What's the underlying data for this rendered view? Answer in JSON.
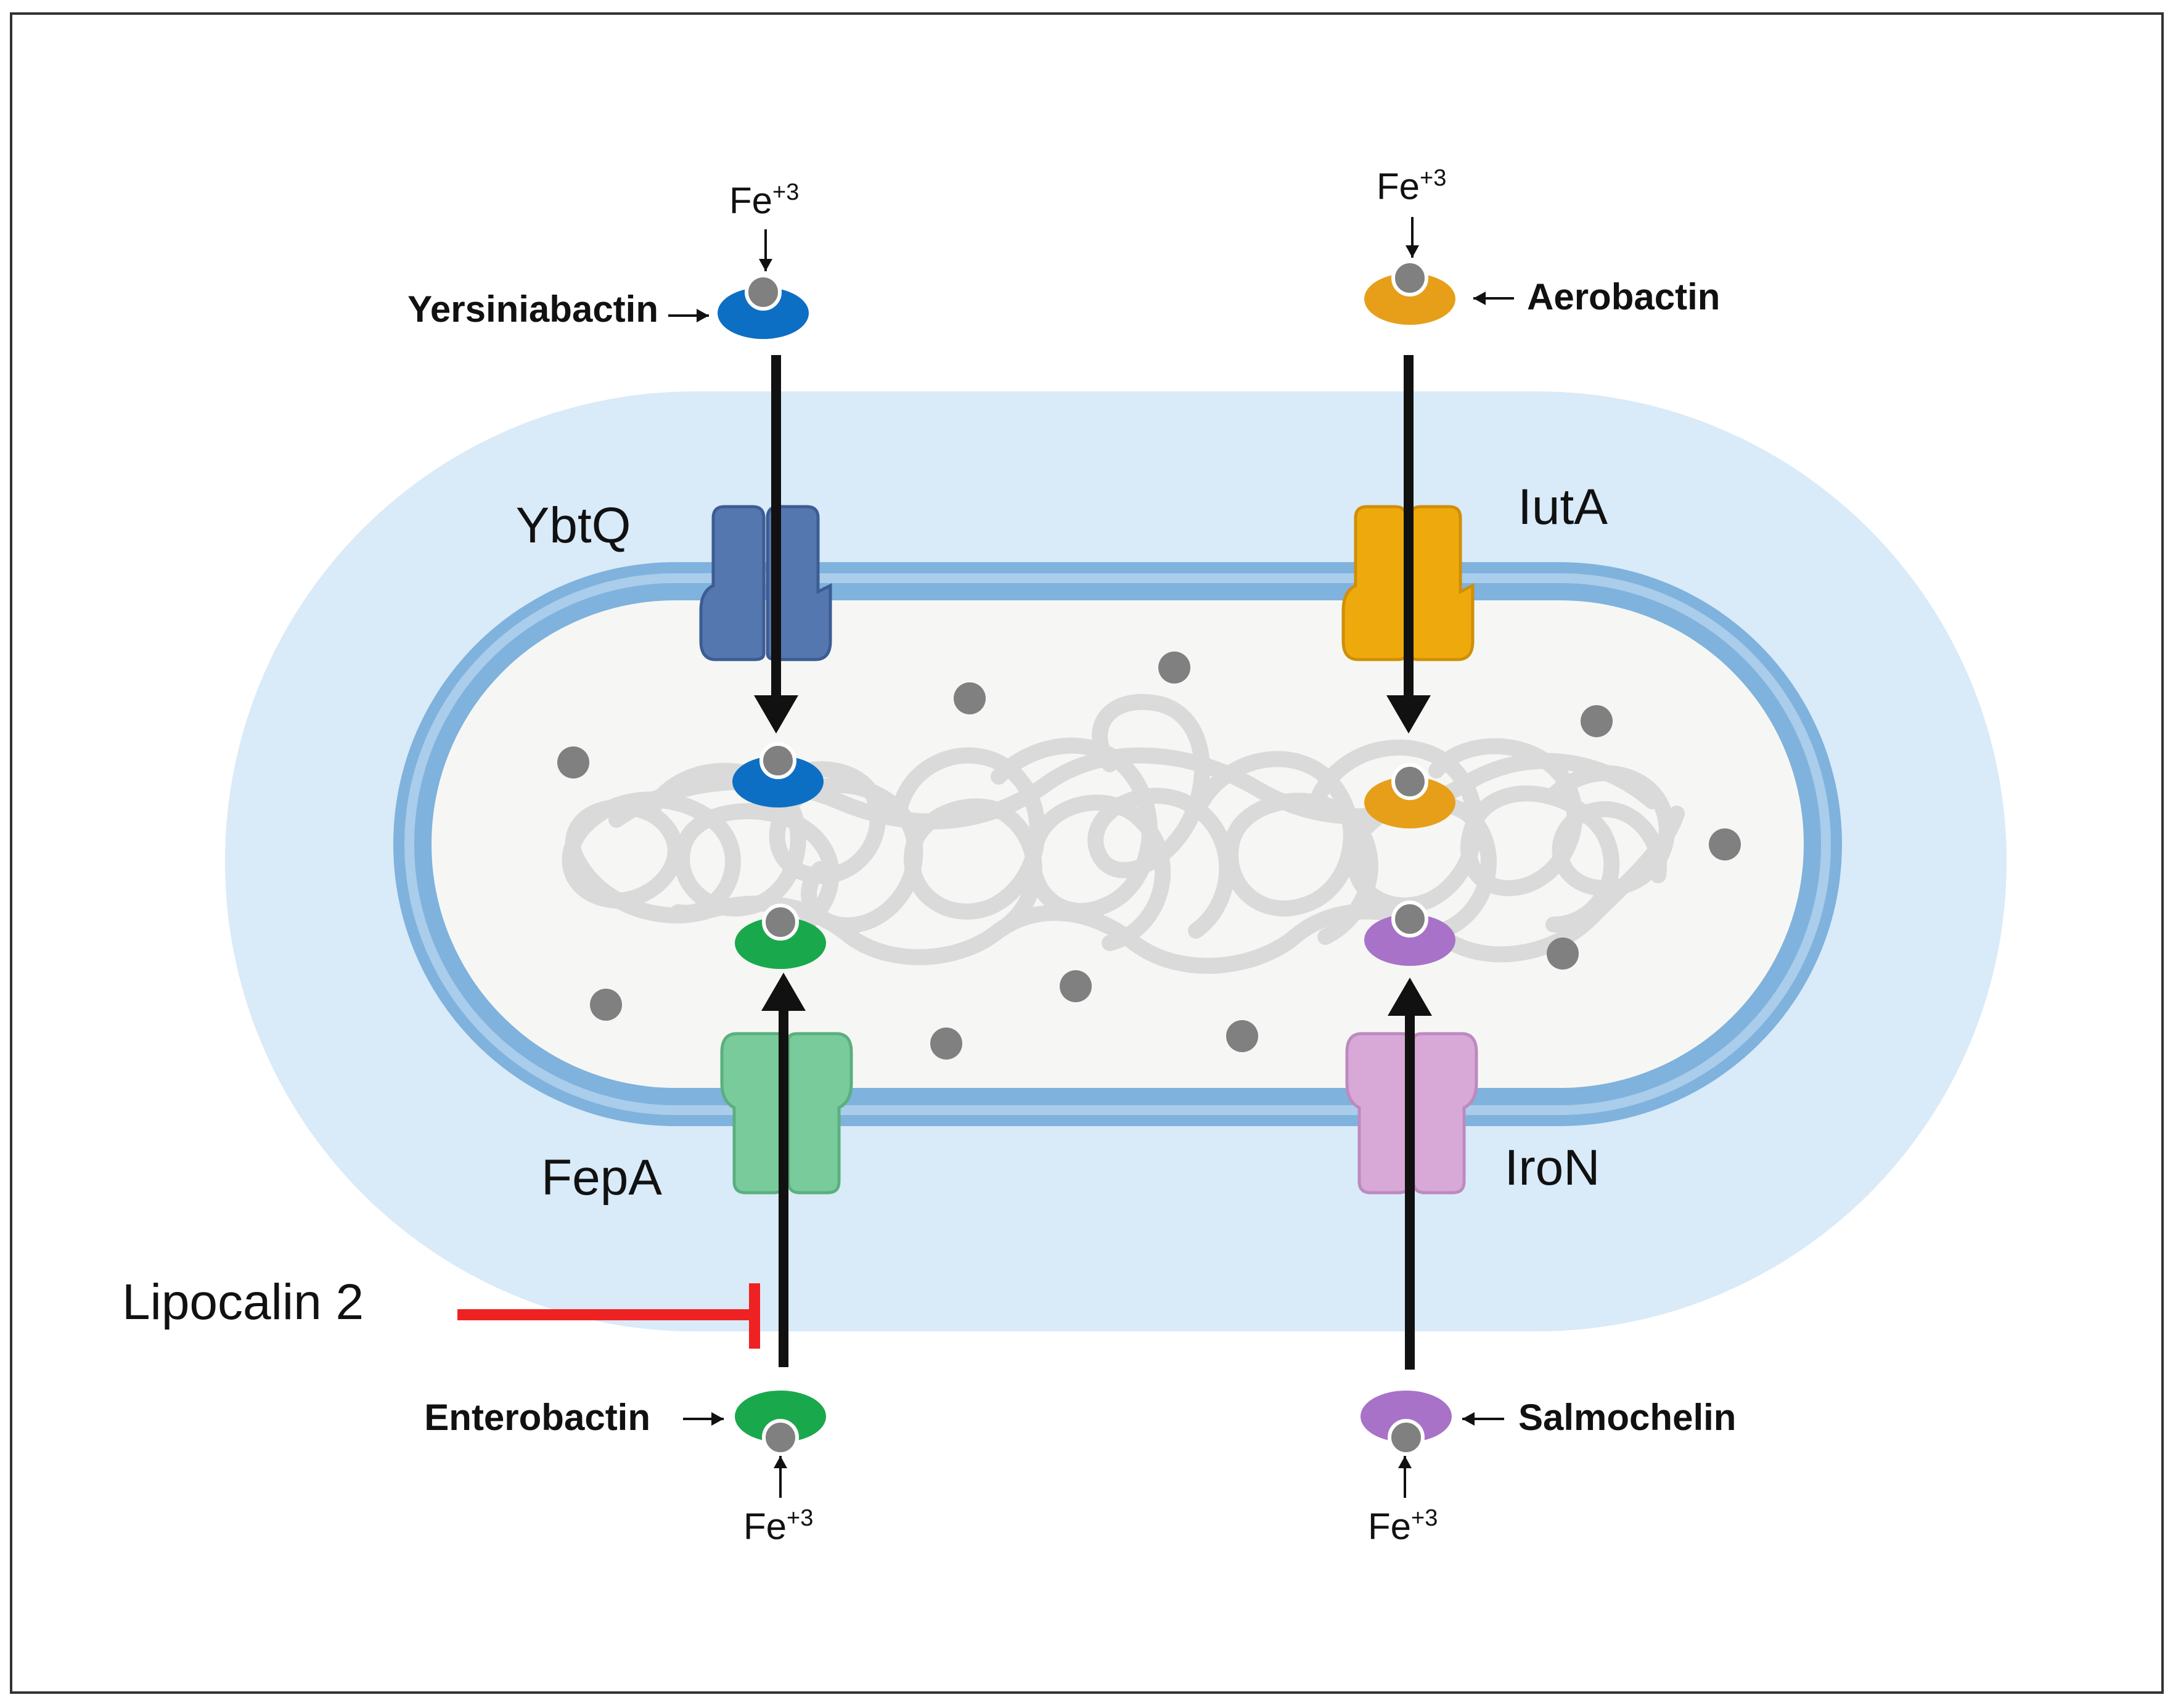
{
  "figure": {
    "colors": {
      "frame": "#333333",
      "capsule": "#d9eaf8",
      "membrane_outer": "#7fb2dd",
      "membrane_inner": "#a9cdea",
      "cytoplasm": "#f6f7f4",
      "dna": "#d9d9d9",
      "iron": "#808080",
      "arrow": "#1a1a1a",
      "inhibition": "#ee2222"
    },
    "siderophores": {
      "yersiniabactin": {
        "label": "Yersiniabactin",
        "color": "#0d6fc4"
      },
      "aerobactin": {
        "label": "Aerobactin",
        "color": "#e79f1a"
      },
      "enterobactin": {
        "label": "Enterobactin",
        "color": "#1aa84c"
      },
      "salmochelin": {
        "label": "Salmochelin",
        "color": "#a872c8"
      }
    },
    "receptors": {
      "ybtq": {
        "label": "YbtQ",
        "color": "#5577b0",
        "edge": "#3d5c93"
      },
      "iuta": {
        "label": "IutA",
        "color": "#eeaa0c",
        "edge": "#cf8f08"
      },
      "fepa": {
        "label": "FepA",
        "color": "#7acb9c",
        "edge": "#5ab07e"
      },
      "iron_receptor": {
        "label": "IroN",
        "color": "#d8a9d6",
        "edge": "#bd8ac0"
      }
    },
    "iron": {
      "symbol": "Fe",
      "charge": "+3"
    },
    "inhibitor": {
      "label": "Lipocalin 2"
    }
  }
}
